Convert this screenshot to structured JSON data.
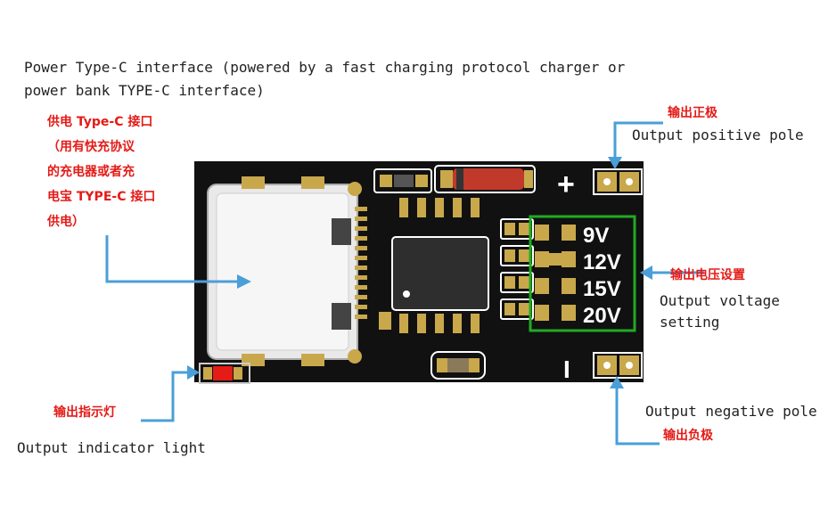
{
  "labels": {
    "power_en_line1": "Power Type-C interface (powered by a fast charging protocol charger or",
    "power_en_line2": "power bank TYPE-C interface)",
    "power_cn_line1": "供电 Type-C 接口",
    "power_cn_line2": "（用有快充协议",
    "power_cn_line3": "的充电器或者充",
    "power_cn_line4": "电宝 TYPE-C 接口",
    "power_cn_line5": "供电）",
    "pos_cn": "输出正极",
    "pos_en": "Output positive pole",
    "volt_cn": "输出电压设置",
    "volt_en_line1": "Output voltage",
    "volt_en_line2": "setting",
    "neg_en": "Output negative pole",
    "neg_cn": "输出负极",
    "ind_cn": "输出指示灯",
    "ind_en": "Output indicator light"
  },
  "board": {
    "plus_symbol": "+",
    "minus_symbol": "I",
    "voltages": [
      "9V",
      "12V",
      "15V",
      "20V"
    ]
  },
  "colors": {
    "pcb": "#111111",
    "pad_gold": "#c9a84c",
    "arrow": "#4a9fd8",
    "red_text": "#e41b17",
    "select_box": "#22aa22"
  }
}
